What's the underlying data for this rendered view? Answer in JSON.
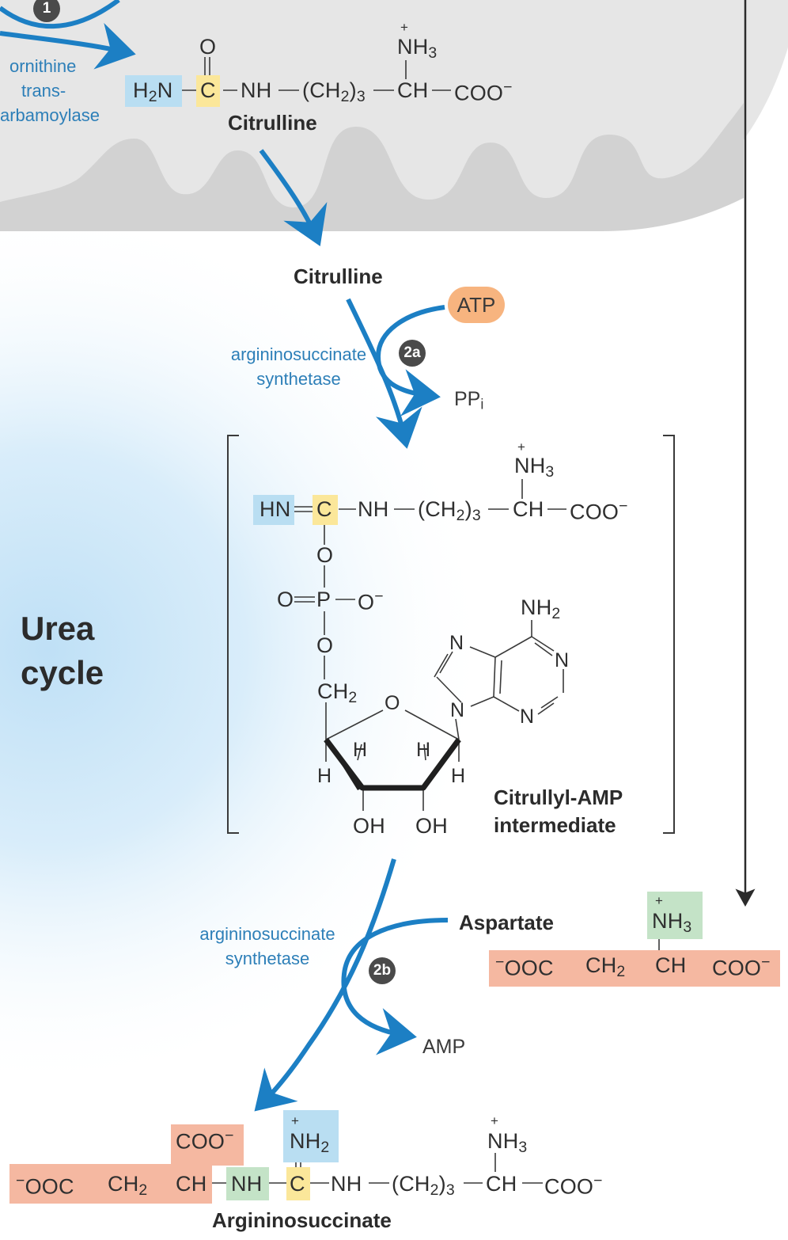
{
  "step_labels": {
    "step1": "1",
    "step2a": "2a",
    "step2b": "2b"
  },
  "enzymes": {
    "ornithine_transcarbamoylase": [
      "ornithine",
      "trans-",
      "arbamoylase"
    ],
    "argininosuccinate_synthetase_a": [
      "argininosuccinate",
      "synthetase"
    ],
    "argininosuccinate_synthetase_b": [
      "argininosuccinate",
      "synthetase"
    ]
  },
  "molecules": {
    "citrulline_mito_name": "Citrulline",
    "citrulline_cyto_name": "Citrulline",
    "intermediate_name": [
      "Citrullyl-AMP",
      "intermediate"
    ],
    "aspartate_name": "Aspartate",
    "argininosuccinate_name": "Argininosuccinate"
  },
  "cofactors": {
    "atp": "ATP",
    "ppi": "PP",
    "ppi_sub": "i",
    "amp": "AMP"
  },
  "region_label": [
    "Urea",
    "cycle"
  ],
  "colors": {
    "arrow_blue": "#1c7fc4",
    "mito_gray": "#e9e9e9",
    "highlight_blue": "#b9def2",
    "highlight_yellow": "#fbe79a",
    "highlight_green": "#c4e3c7",
    "highlight_salmon": "#f5b8a1",
    "atp_orange": "#f7b47f",
    "step_circle": "#4a4a4a"
  }
}
